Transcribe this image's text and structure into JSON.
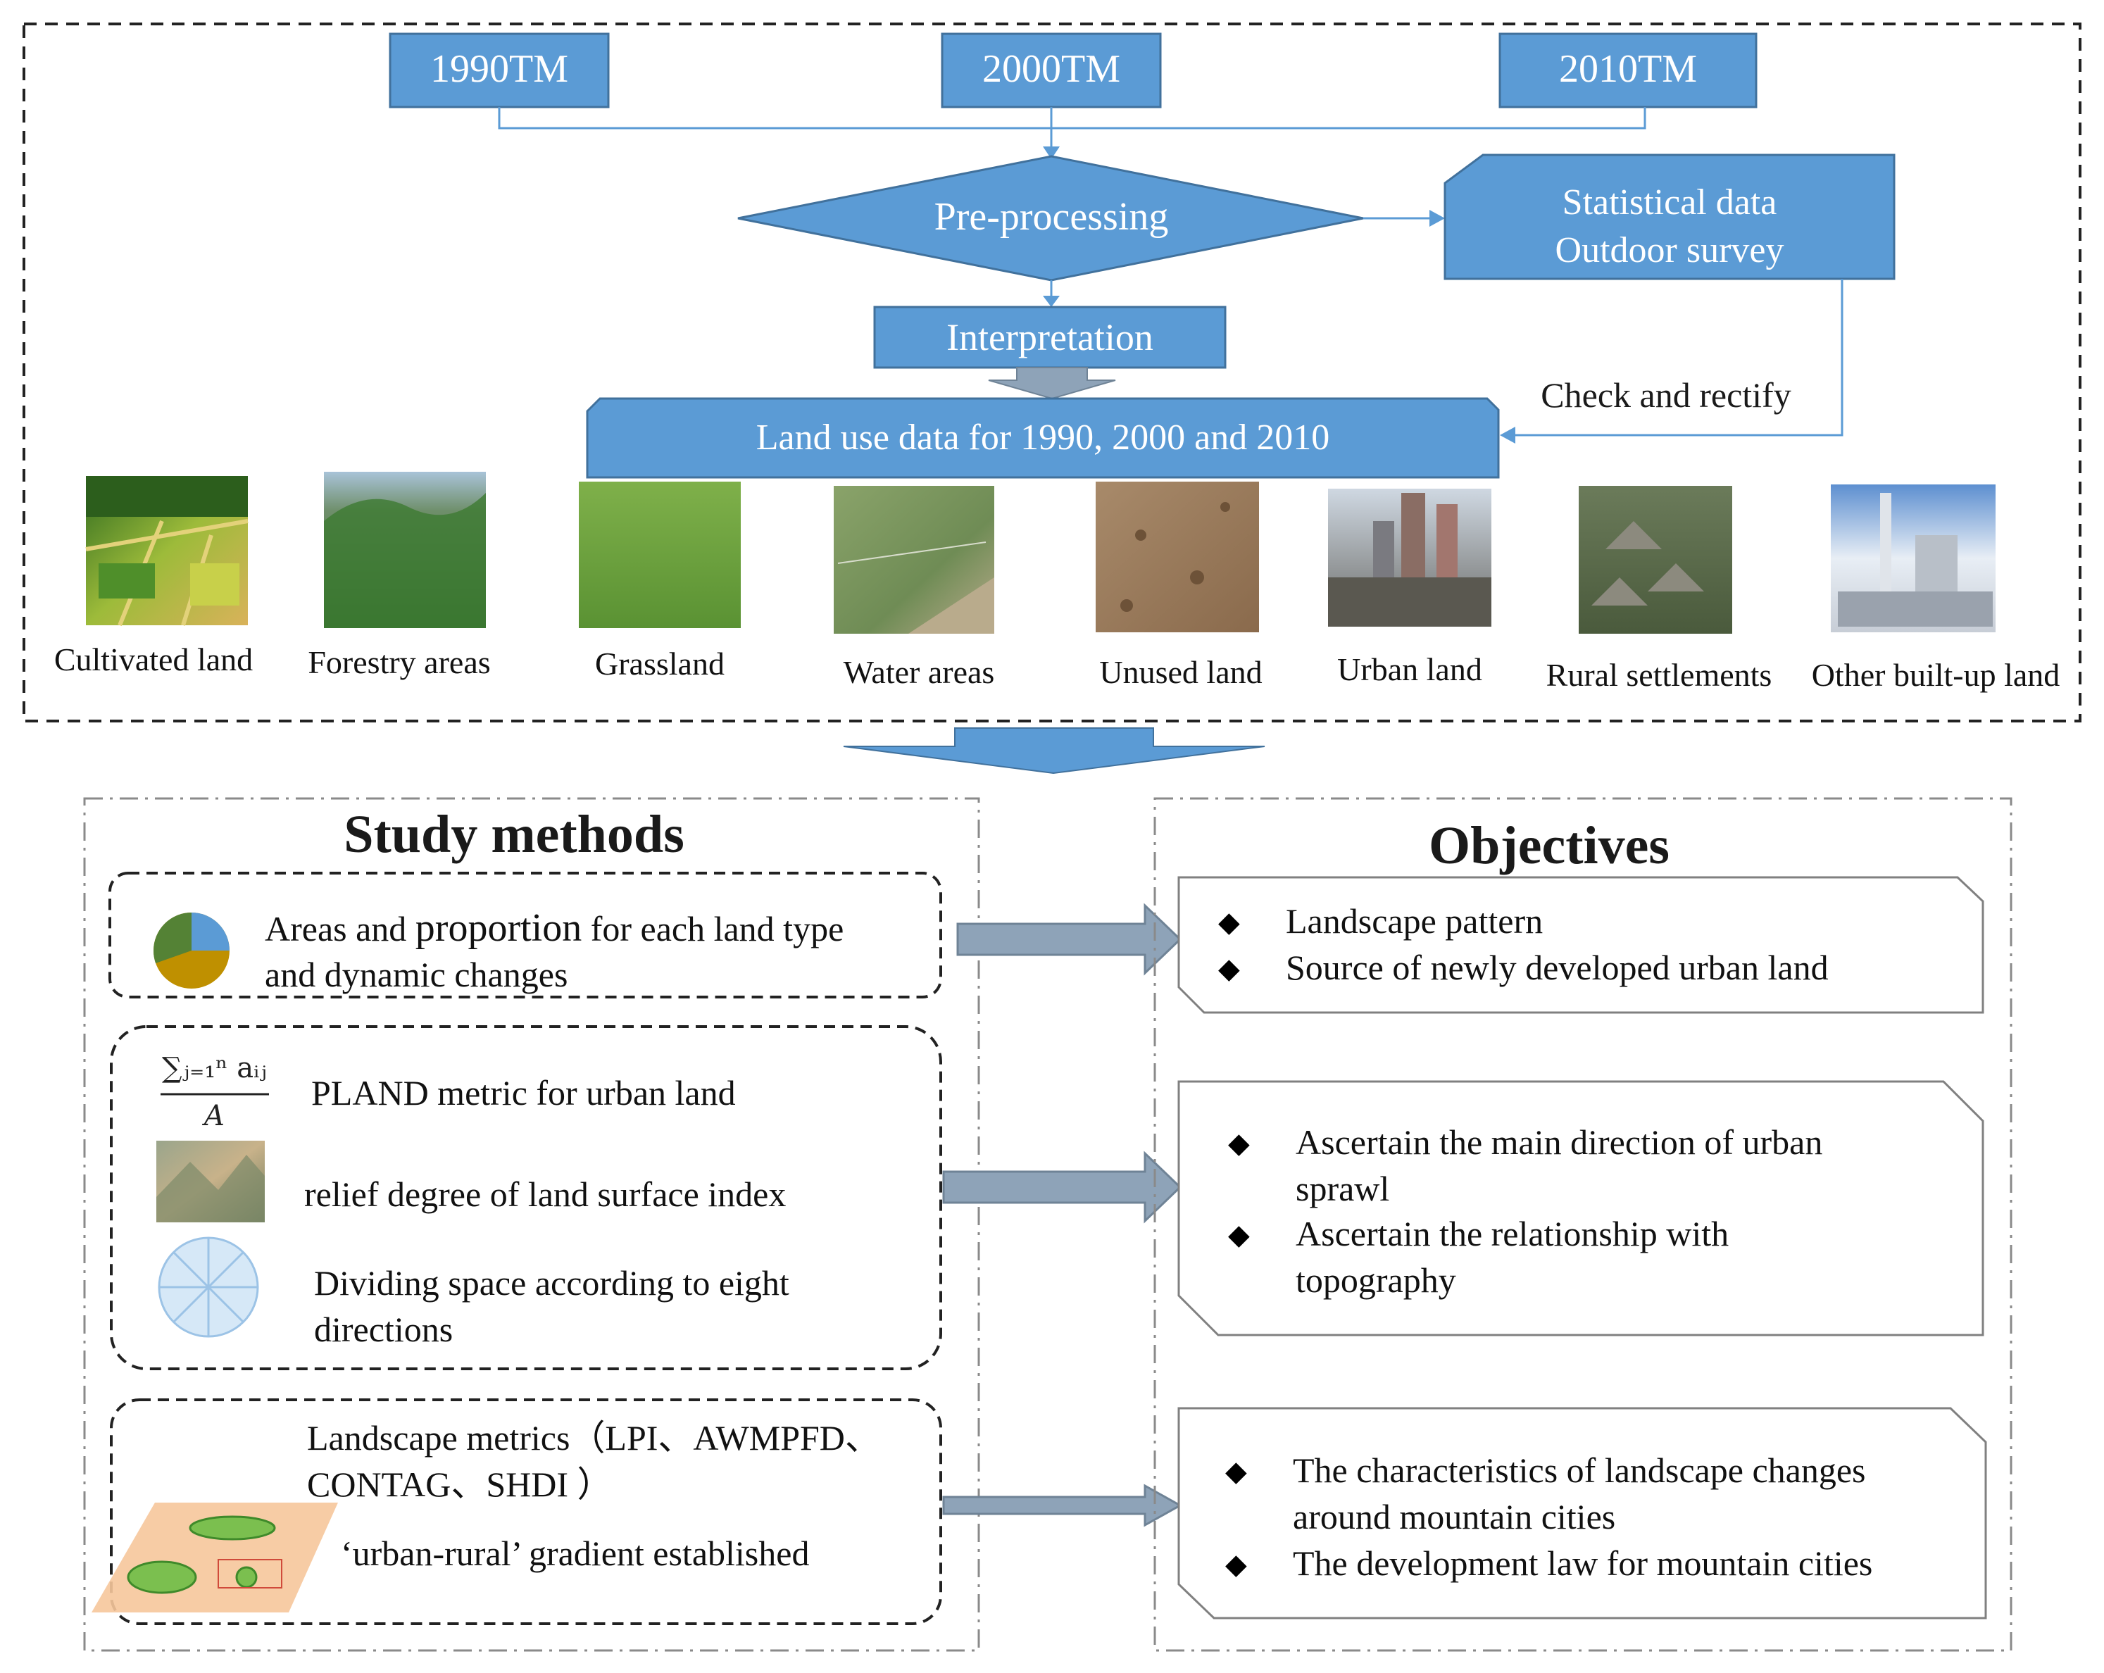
{
  "colors": {
    "box_fill": "#5B9BD5",
    "box_stroke": "#41719C",
    "connector": "#5B9BD5",
    "gray_arrow": "#8EA3B8"
  },
  "top": {
    "inputs": [
      "1990TM",
      "2000TM",
      "2010TM"
    ],
    "preprocessing": "Pre-processing",
    "stats_line1": "Statistical  data",
    "stats_line2": "Outdoor survey",
    "interpretation": "Interpretation",
    "check": "Check and rectify",
    "landuse": "Land use data for 1990, 2000  and 2010",
    "photos": [
      {
        "label": "Cultivated land",
        "icon": "cultivated-land-photo"
      },
      {
        "label": "Forestry areas",
        "icon": "forestry-photo"
      },
      {
        "label": "Grassland",
        "icon": "grassland-photo"
      },
      {
        "label": "Water areas",
        "icon": "water-photo"
      },
      {
        "label": "Unused land",
        "icon": "unused-land-photo"
      },
      {
        "label": "Urban land",
        "icon": "urban-land-photo"
      },
      {
        "label": "Rural settlements",
        "icon": "rural-settlement-photo"
      },
      {
        "label": "Other built-up land",
        "icon": "industrial-photo"
      }
    ]
  },
  "methods": {
    "title": "Study methods",
    "m1_prefix": "Areas and ",
    "m1_bold": "proportion",
    "m1_suffix": "  for each land type",
    "m1_line2": "and dynamic changes",
    "formula_num": "∑ⱼ₌₁ⁿ aᵢⱼ",
    "formula_den": "A",
    "pland": "PLAND metric for urban land",
    "relief": "relief degree of land surface index",
    "dividing_line1": "Dividing  space according to eight",
    "dividing_line2": "directions",
    "landscape_line1": "Landscape  metrics（LPI、AWMPFD、",
    "landscape_line2": "CONTAG、SHDI    ）",
    "gradient": "‘urban-rural’ gradient established"
  },
  "objectives": {
    "title": "Objectives",
    "o1_b1": "Landscape pattern",
    "o1_b2": "Source of newly developed  urban land",
    "o2_b1_line1": "Ascertain the main direction of urban",
    "o2_b1_line2": "sprawl",
    "o2_b2_line1": "Ascertain the relationship with",
    "o2_b2_line2": "topography",
    "o3_b1_line1": "The characteristics  of landscape changes",
    "o3_b1_line2": "around mountain cities",
    "o3_b2": "The development law  for mountain cities"
  },
  "bullet_symbol": "◆"
}
